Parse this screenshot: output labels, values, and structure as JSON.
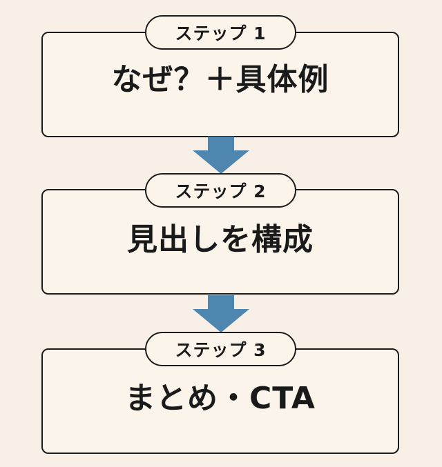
{
  "colors": {
    "background": "#f8f0e6",
    "box_border": "#1a1a1a",
    "arrow": "#4e86b0"
  },
  "steps": [
    {
      "label": "ステップ 1",
      "title": "なぜ？＋具体例"
    },
    {
      "label": "ステップ 2",
      "title": "見出しを構成"
    },
    {
      "label": "ステップ 3",
      "title": "まとめ・CTA"
    }
  ],
  "connectors": [
    {
      "icon": "arrow-down-icon"
    },
    {
      "icon": "arrow-down-icon"
    }
  ]
}
